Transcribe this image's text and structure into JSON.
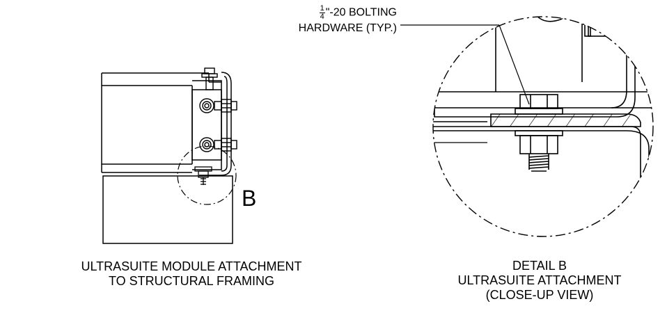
{
  "callout": {
    "fraction_numerator": "1",
    "fraction_denominator": "4",
    "line1_rest": "\"-20 BOLTING",
    "line2": "HARDWARE (TYP.)"
  },
  "detail_marker": "B",
  "captions": {
    "left": [
      "ULTRASUITE MODULE ATTACHMENT",
      "TO STRUCTURAL FRAMING"
    ],
    "right": [
      "DETAIL B",
      "ULTRASUITE ATTACHMENT",
      "(CLOSE-UP VIEW)"
    ]
  }
}
